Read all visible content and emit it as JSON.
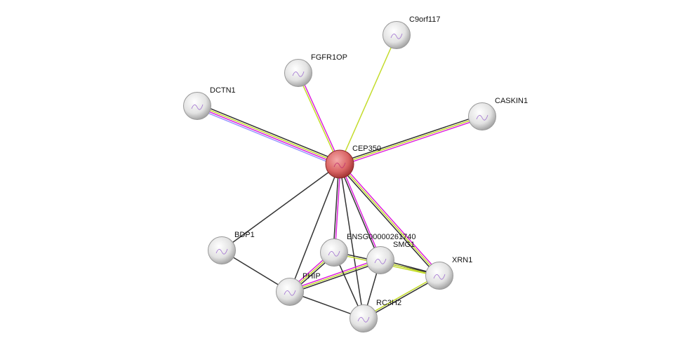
{
  "network": {
    "nodes": [
      {
        "id": "CEP350",
        "label": "CEP350",
        "query": true
      },
      {
        "id": "C9orf117",
        "label": "C9orf117"
      },
      {
        "id": "FGFR1OP",
        "label": "FGFR1OP"
      },
      {
        "id": "DCTN1",
        "label": "DCTN1"
      },
      {
        "id": "CASKIN1",
        "label": "CASKIN1"
      },
      {
        "id": "BDP1",
        "label": "BDP1"
      },
      {
        "id": "ENSG00000261740",
        "label": "ENSG00000261740"
      },
      {
        "id": "SMG1",
        "label": "SMG1"
      },
      {
        "id": "XRN1",
        "label": "XRN1"
      },
      {
        "id": "PHIP",
        "label": "PHIP"
      },
      {
        "id": "RC3H2",
        "label": "RC3H2"
      }
    ],
    "evidence_colors": {
      "cooccurrence": "#9999ff",
      "experiments": "#dd22dd",
      "textmining": "#c4dc2c",
      "coexpression": "#333333"
    },
    "edges": [
      {
        "s": "CEP350",
        "t": "DCTN1",
        "ev": [
          "cooccurrence",
          "experiments",
          "textmining",
          "coexpression"
        ]
      },
      {
        "s": "CEP350",
        "t": "FGFR1OP",
        "ev": [
          "textmining",
          "experiments"
        ]
      },
      {
        "s": "CEP350",
        "t": "C9orf117",
        "ev": [
          "textmining"
        ]
      },
      {
        "s": "CEP350",
        "t": "CASKIN1",
        "ev": [
          "coexpression",
          "textmining",
          "experiments"
        ]
      },
      {
        "s": "CEP350",
        "t": "BDP1",
        "ev": [
          "coexpression"
        ]
      },
      {
        "s": "CEP350",
        "t": "PHIP",
        "ev": [
          "coexpression"
        ]
      },
      {
        "s": "CEP350",
        "t": "ENSG00000261740",
        "ev": [
          "experiments",
          "coexpression"
        ]
      },
      {
        "s": "CEP350",
        "t": "SMG1",
        "ev": [
          "experiments",
          "coexpression"
        ]
      },
      {
        "s": "CEP350",
        "t": "XRN1",
        "ev": [
          "experiments",
          "textmining",
          "coexpression"
        ]
      },
      {
        "s": "CEP350",
        "t": "RC3H2",
        "ev": [
          "coexpression"
        ]
      },
      {
        "s": "PHIP",
        "t": "ENSG00000261740",
        "ev": [
          "experiments",
          "textmining",
          "coexpression"
        ]
      },
      {
        "s": "PHIP",
        "t": "SMG1",
        "ev": [
          "experiments",
          "textmining",
          "coexpression"
        ]
      },
      {
        "s": "ENSG00000261740",
        "t": "XRN1",
        "ev": [
          "coexpression",
          "textmining"
        ]
      },
      {
        "s": "SMG1",
        "t": "XRN1",
        "ev": [
          "coexpression",
          "textmining"
        ]
      },
      {
        "s": "ENSG00000261740",
        "t": "RC3H2",
        "ev": [
          "coexpression"
        ]
      },
      {
        "s": "SMG1",
        "t": "RC3H2",
        "ev": [
          "coexpression"
        ]
      },
      {
        "s": "PHIP",
        "t": "RC3H2",
        "ev": [
          "coexpression"
        ]
      },
      {
        "s": "BDP1",
        "t": "PHIP",
        "ev": [
          "coexpression"
        ]
      },
      {
        "s": "XRN1",
        "t": "RC3H2",
        "ev": [
          "coexpression",
          "textmining"
        ]
      }
    ]
  }
}
